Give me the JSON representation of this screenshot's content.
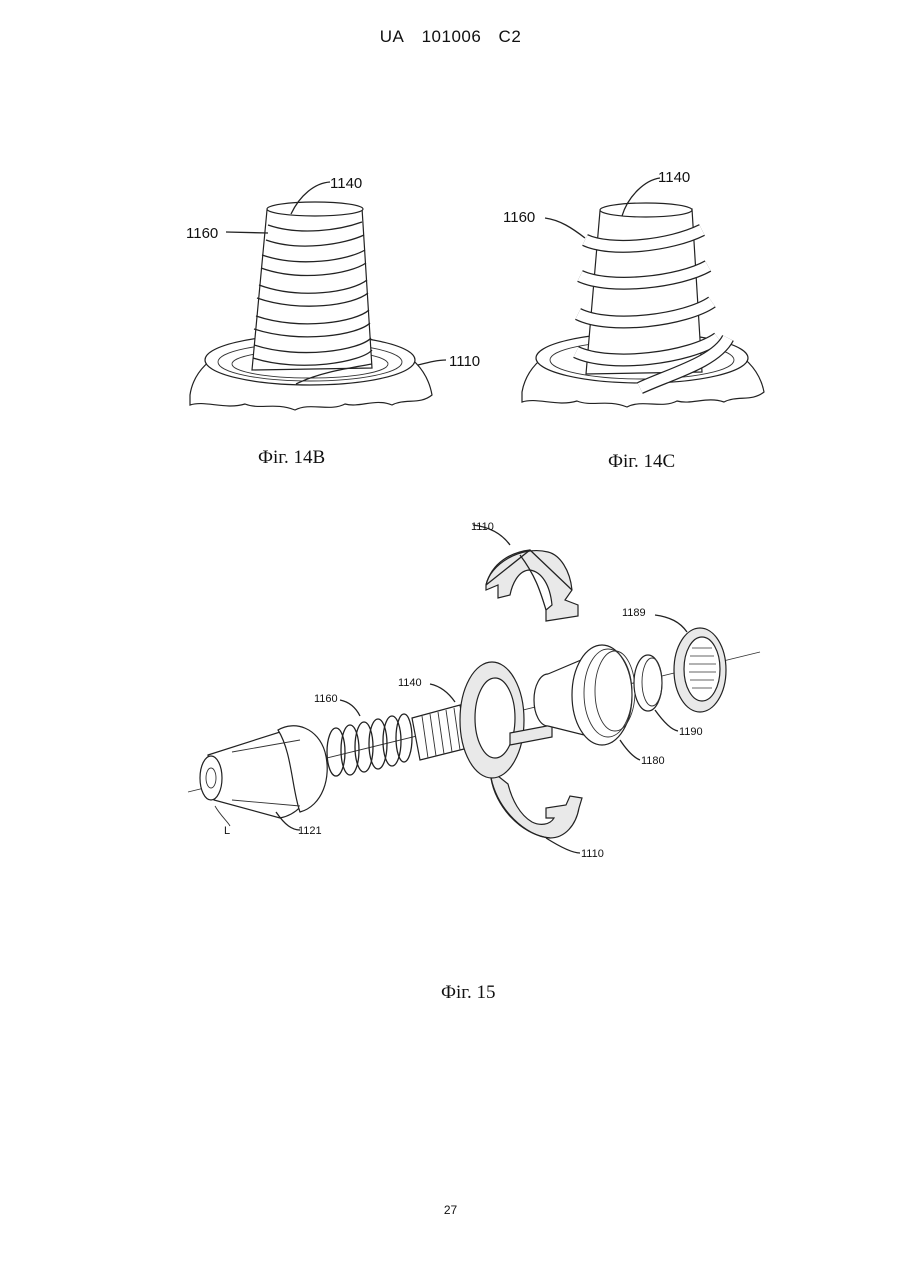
{
  "header": {
    "country": "UA",
    "number": "101006",
    "kind": "C2"
  },
  "page_number": "27",
  "figures": {
    "fig14b": {
      "caption": "Фіг. 14B",
      "labels": {
        "a": "1140",
        "b": "1160",
        "c": "1110"
      }
    },
    "fig14c": {
      "caption": "Фіг. 14C",
      "labels": {
        "a": "1140",
        "b": "1160"
      }
    },
    "fig15": {
      "caption": "Фіг. 15",
      "labels": {
        "top_shell": "1110",
        "bottom_shell": "1110",
        "cap": "1189",
        "spring": "1160",
        "screw": "1140",
        "seal": "1190",
        "body": "1180",
        "cone": "1121",
        "axis": "L"
      }
    }
  }
}
